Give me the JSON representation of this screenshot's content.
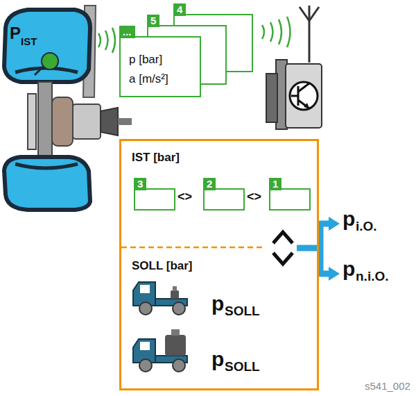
{
  "diagram": {
    "caption": "s541_002",
    "nodes": [
      {
        "text": [
          "4"
        ]
      },
      {
        "text": [
          "5"
        ]
      },
      {
        "text": [
          "...",
          "p [bar]",
          "a [m/s²]"
        ]
      },
      {
        "text": [
          "IST [bar]",
          "SOLL [bar]"
        ]
      },
      {
        "text": [
          "3"
        ],
        "in": 3
      },
      {
        "text": [
          "2"
        ],
        "in": 3
      },
      {
        "text": [
          "1"
        ],
        "in": 3
      }
    ],
    "labels": [
      "P",
      "IST",
      "<>",
      "<>",
      "p",
      "SOLL",
      "p",
      "SOLL",
      "p",
      "i.O.",
      "p",
      "n.i.O."
    ]
  }
}
